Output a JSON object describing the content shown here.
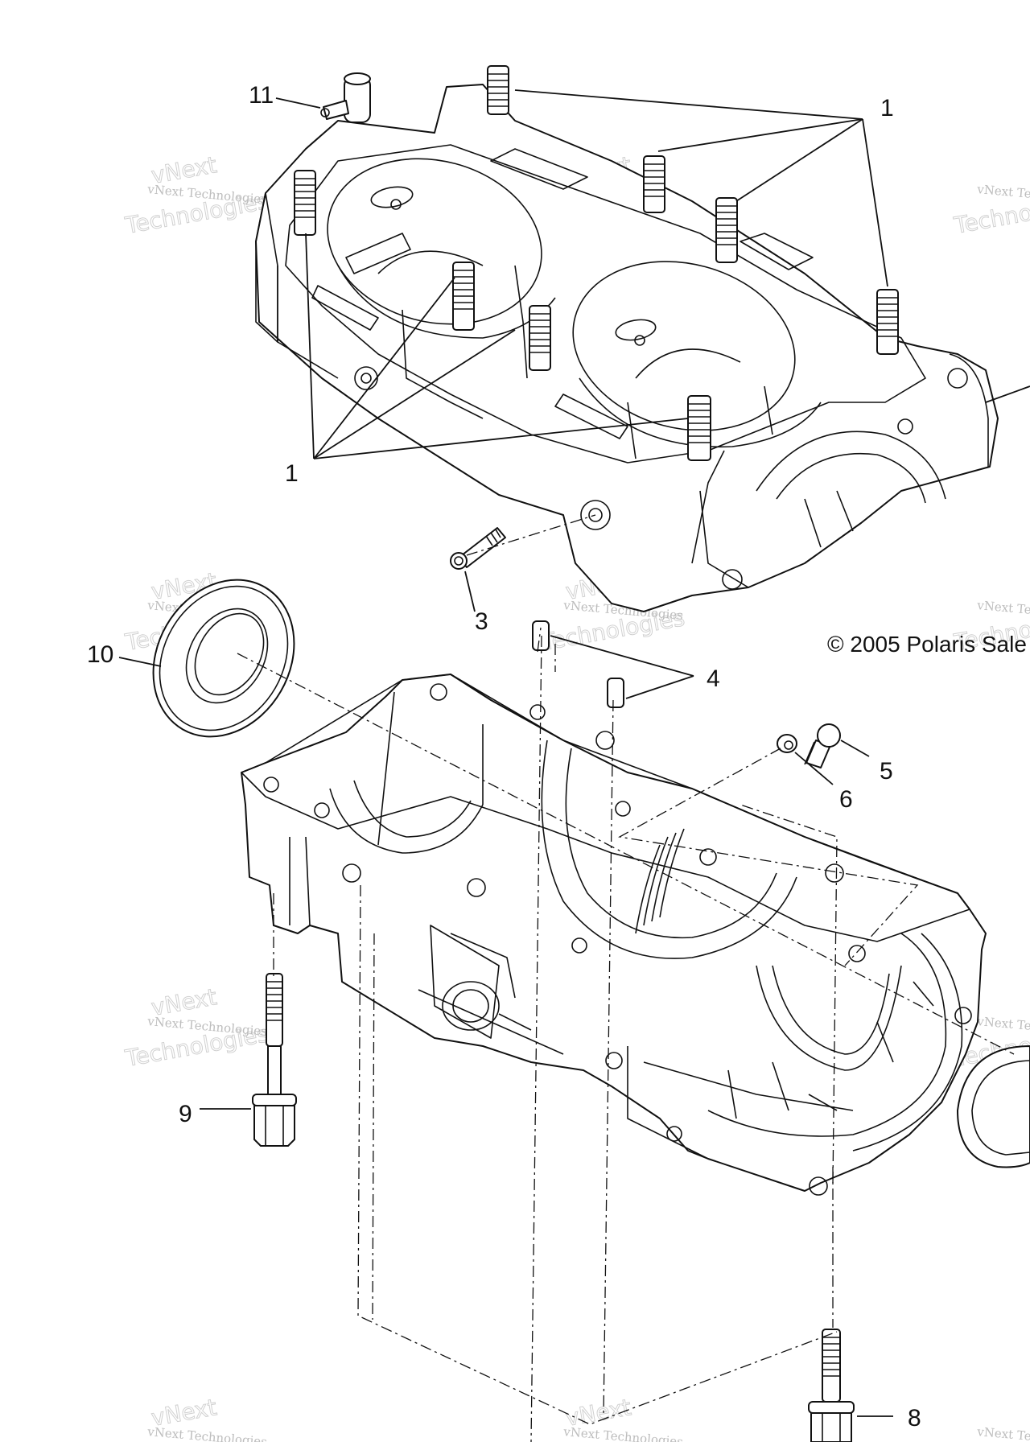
{
  "diagram": {
    "callouts": [
      {
        "id": "11",
        "text": "11"
      },
      {
        "id": "1a",
        "text": "1"
      },
      {
        "id": "1b",
        "text": "1"
      },
      {
        "id": "3",
        "text": "3"
      },
      {
        "id": "10",
        "text": "10"
      },
      {
        "id": "4",
        "text": "4"
      },
      {
        "id": "5",
        "text": "5"
      },
      {
        "id": "6",
        "text": "6"
      },
      {
        "id": "9",
        "text": "9"
      },
      {
        "id": "8",
        "text": "8"
      }
    ],
    "copyright": "© 2005 Polaris Sale",
    "watermark": {
      "line1": "vNext Technologies",
      "line2": "vNext",
      "line3": "Technologies",
      "edge": "vNext Te"
    }
  }
}
